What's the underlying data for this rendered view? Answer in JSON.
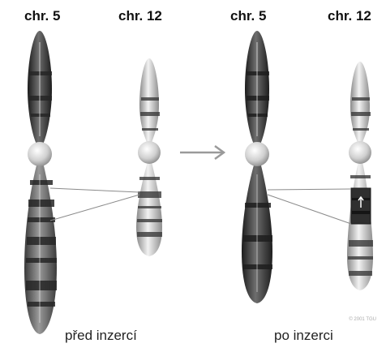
{
  "labels": {
    "left_chr5": "chr. 5",
    "left_chr12": "chr. 12",
    "right_chr5": "chr. 5",
    "right_chr12": "chr. 12",
    "caption_before": "před inzercí",
    "caption_after": "po inzerci",
    "copyright": "© 2001 TGU"
  },
  "colors": {
    "chr5_dark": "#2e2e2e",
    "chr5_mid": "#5a5a5a",
    "chr12_light": "#cfcfcf",
    "band_dark": "#2a2a2a",
    "centromere": "#e6e6e6",
    "arrow": "#9a9a9a",
    "connector": "#8a8a8a"
  }
}
